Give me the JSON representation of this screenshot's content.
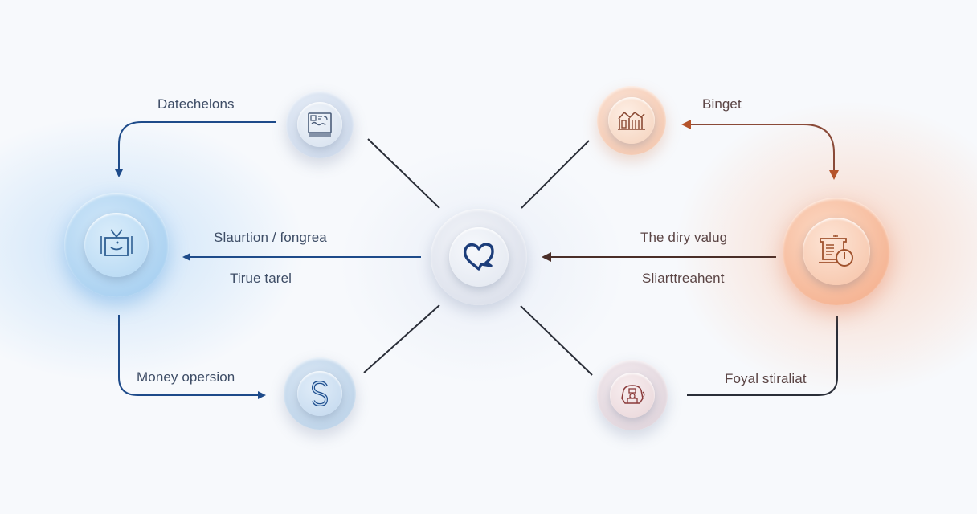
{
  "diagram": {
    "background_color": "#f7f9fc",
    "colors": {
      "blue_accent": "#1f4f8f",
      "blue_arrow": "#1e4b8a",
      "orange_accent": "#b5532a",
      "brown_arrow": "#6b3a2c",
      "connector": "#2a2e38",
      "label_blue": "#3e4d66",
      "label_brown": "#5a4444"
    },
    "nodes": [
      {
        "id": "top-left",
        "icon": "dashboard-document-icon",
        "color": "#c8d5e8"
      },
      {
        "id": "left",
        "icon": "tv-smiley-icon",
        "color": "#9fcbef"
      },
      {
        "id": "bottom-left",
        "icon": "dollar-s-icon",
        "color": "#b7cfe6"
      },
      {
        "id": "center",
        "icon": "heart-chat-icon",
        "color": "#d7dce8"
      },
      {
        "id": "top-right",
        "icon": "buildings-icon",
        "color": "#f3c3a8"
      },
      {
        "id": "right",
        "icon": "document-clock-icon",
        "color": "#f3a985"
      },
      {
        "id": "bottom-right",
        "icon": "machine-emblem-icon",
        "color": "#dcd0d8"
      }
    ],
    "labels": {
      "top_left": "Datechelons",
      "middle_left_top": "Slaurtion / fongrea",
      "middle_left_bottom": "Tirue tarel",
      "bottom_left": "Money opersion",
      "top_right": "Binget",
      "middle_right_top": "The diry valug",
      "middle_right_bottom": "Sliarttreahent",
      "bottom_right": "Foyal stiraliat"
    },
    "edges": [
      {
        "from": "top-left",
        "to": "left",
        "label": "Datechelons",
        "arrow": true
      },
      {
        "from": "center",
        "to": "left",
        "label": "Slaurtion / fongrea",
        "sublabel": "Tirue tarel",
        "arrow": true
      },
      {
        "from": "left",
        "to": "bottom-left",
        "label": "Money opersion",
        "arrow": true
      },
      {
        "from": "center",
        "to": "top-left",
        "arrow": false
      },
      {
        "from": "center",
        "to": "bottom-left",
        "arrow": false
      },
      {
        "from": "center",
        "to": "top-right",
        "arrow": false
      },
      {
        "from": "center",
        "to": "bottom-right",
        "arrow": false
      },
      {
        "from": "top-right",
        "to": "right",
        "label": "Binget",
        "arrow": true
      },
      {
        "from": "right",
        "to": "center",
        "label": "The diry valug",
        "sublabel": "Sliarttreahent",
        "arrow": true
      },
      {
        "from": "right",
        "to": "bottom-right",
        "label": "Foyal stiraliat",
        "arrow": false
      }
    ]
  }
}
